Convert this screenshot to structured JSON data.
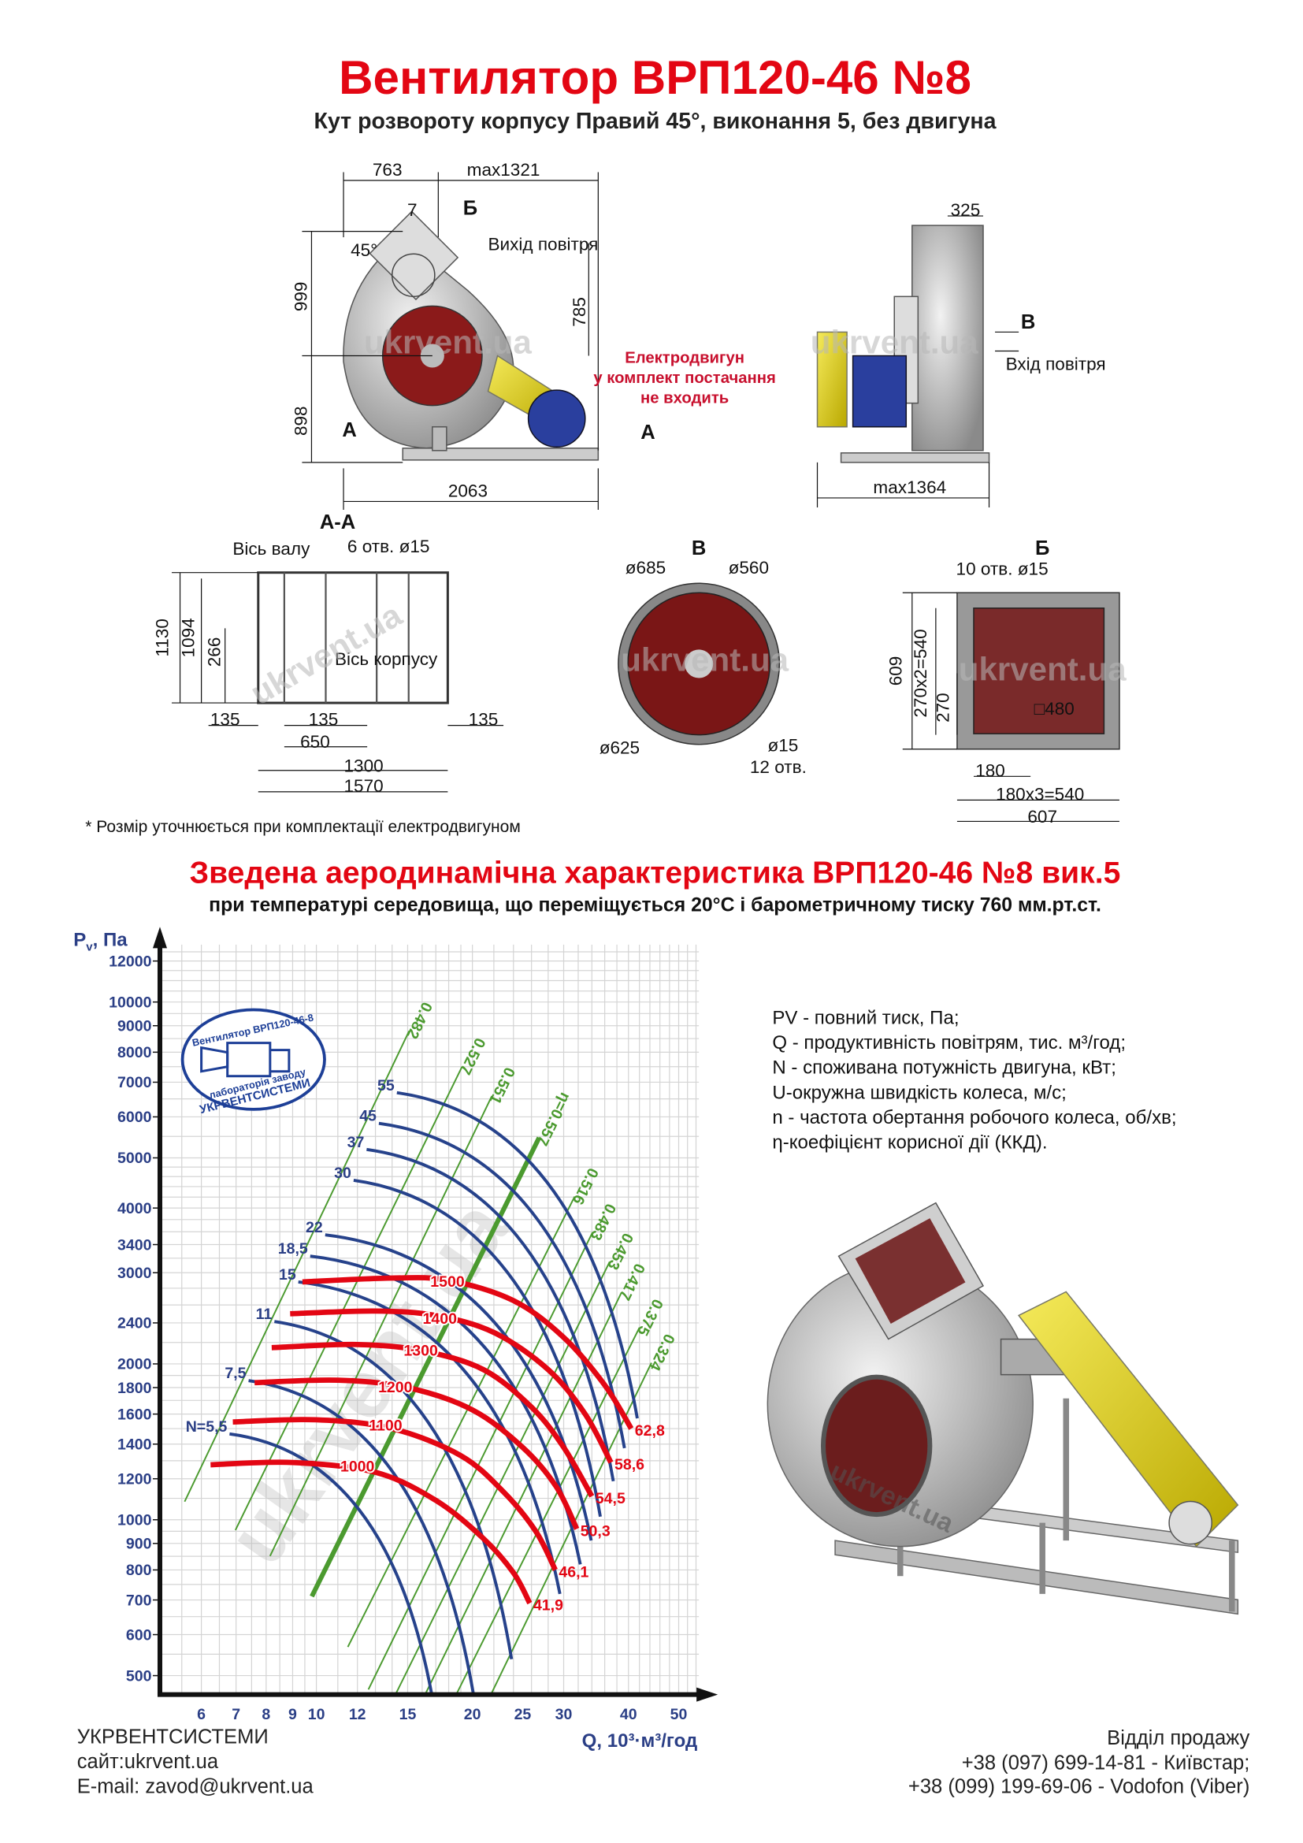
{
  "header": {
    "title": "Вентилятор  ВРП120-46 №8",
    "subtitle": "Кут розвороту корпусу Правий 45°, виконання 5, без двигуна"
  },
  "side_view": {
    "dim_763": "763",
    "dim_max1321": "max1321",
    "dim_7": "7",
    "section_b": "Б",
    "outlet_label": "Вихід повітря",
    "angle": "45°",
    "dim_999": "999",
    "dim_785": "785",
    "dim_898": "898",
    "section_a_left": "А",
    "section_a_right": "А",
    "dim_2063": "2063",
    "motor_note": [
      "Електродвигун",
      "у комплект постачання",
      "не входить"
    ],
    "watermark": "ukrvent.ua"
  },
  "front_view": {
    "dim_325": "325",
    "section_v": "В",
    "inlet_label": "Вхід повітря",
    "dim_max1364": "max1364",
    "watermark": "ukrvent.ua"
  },
  "section_aa": {
    "title": "А-А",
    "shaft_axis": "Вісь валу",
    "holes": "6 отв.  ø15",
    "dim_1130": "1130",
    "dim_1094": "1094",
    "dim_266": "266",
    "housing_axis": "Вісь корпусу",
    "dim_135_a": "135",
    "dim_135_b": "135",
    "dim_135_c": "135",
    "dim_650": "650",
    "dim_1300": "1300",
    "dim_1570": "1570",
    "watermark": "ukrvent.ua"
  },
  "view_v": {
    "title": "В",
    "d685": "ø685",
    "d560": "ø560",
    "d625": "ø625",
    "d15": "ø15",
    "holes": "12 отв.",
    "watermark": "ukrvent.ua"
  },
  "view_b": {
    "title": "Б",
    "holes": "10 отв.  ø15",
    "dim_609": "609",
    "dim_270x2": "270х2=540",
    "dim_270": "270",
    "dim_480": "□480",
    "dim_180": "180",
    "dim_180x3": "180х3=540",
    "dim_607": "607",
    "watermark": "ukrvent.ua"
  },
  "footnote": "* Розмір уточнюється при комплектації електродвигуном",
  "chart_header": {
    "title": "Зведена аеродинамічна характеристика ВРП120-46 №8 вик.5",
    "subtitle": "при температурі середовища, що переміщується 20°С і барометричному тиску 760 мм.рт.ст."
  },
  "stamp": {
    "top": "Вентилятор ВРП120-46-8",
    "bottom1": "лабораторія заводу",
    "bottom2": "УКРВЕНТСИСТЕМИ"
  },
  "legend": [
    "PV - повний тиск, Па;",
    "Q - продуктивність повітрям, тис. м³/год;",
    "N - споживана потужність двигуна, кВт;",
    "U-окружна швидкість колеса, м/с;",
    "n - частота обертання робочого колеса, об/хв;",
    "η-коефіцієнт корисної дії (ККД)."
  ],
  "render_watermark": "ukrvent.ua",
  "chart_watermark": "ukrvent.ua",
  "chart_data": {
    "type": "line",
    "xscale": "log",
    "yscale": "log",
    "xlabel": "Q, 10³·м³/год",
    "ylabel_main": "P",
    "ylabel_sub": "v",
    "ylabel_unit": ", Па",
    "xlim": [
      5,
      54.7
    ],
    "ylim": [
      459,
      12900
    ],
    "grid": true,
    "x_ticks": [
      6,
      7,
      8,
      9,
      10,
      12,
      15,
      20,
      25,
      30,
      40,
      50
    ],
    "y_ticks": [
      12000,
      10000,
      9000,
      8000,
      7000,
      6000,
      5000,
      4000,
      3400,
      3000,
      2400,
      2000,
      1800,
      1600,
      1400,
      1200,
      1000,
      900,
      800,
      700,
      600,
      500
    ],
    "speed_curves": [
      {
        "n": "1000",
        "U": "41,9",
        "label_q": 12.0,
        "label_p": 1265,
        "points": [
          [
            6.25,
            1277
          ],
          [
            9,
            1290
          ],
          [
            13,
            1235
          ],
          [
            17,
            1090
          ],
          [
            21,
            920
          ],
          [
            24,
            790
          ],
          [
            25.8,
            690
          ]
        ]
      },
      {
        "n": "1100",
        "U": "46,1",
        "label_q": 13.6,
        "label_p": 1520,
        "points": [
          [
            6.9,
            1545
          ],
          [
            10,
            1560
          ],
          [
            14,
            1500
          ],
          [
            19,
            1330
          ],
          [
            23,
            1130
          ],
          [
            26.5,
            950
          ],
          [
            28.9,
            800
          ]
        ]
      },
      {
        "n": "1200",
        "U": "50,3",
        "label_q": 14.2,
        "label_p": 1800,
        "points": [
          [
            7.6,
            1840
          ],
          [
            11,
            1860
          ],
          [
            15,
            1800
          ],
          [
            20,
            1630
          ],
          [
            25,
            1380
          ],
          [
            29,
            1160
          ],
          [
            31.8,
            960
          ]
        ]
      },
      {
        "n": "1300",
        "U": "54,5",
        "label_q": 15.9,
        "label_p": 2120,
        "points": [
          [
            8.2,
            2150
          ],
          [
            12,
            2180
          ],
          [
            16,
            2120
          ],
          [
            21,
            1950
          ],
          [
            26,
            1650
          ],
          [
            30,
            1380
          ],
          [
            34,
            1110
          ]
        ]
      },
      {
        "n": "1400",
        "U": "58,6",
        "label_q": 17.3,
        "label_p": 2440,
        "points": [
          [
            8.9,
            2500
          ],
          [
            13,
            2530
          ],
          [
            17,
            2480
          ],
          [
            22,
            2300
          ],
          [
            28,
            1950
          ],
          [
            33,
            1600
          ],
          [
            37,
            1290
          ]
        ]
      },
      {
        "n": "1500",
        "U": "62,8",
        "label_q": 17.9,
        "label_p": 2880,
        "points": [
          [
            9.4,
            2880
          ],
          [
            14,
            2930
          ],
          [
            18,
            2900
          ],
          [
            24,
            2650
          ],
          [
            30,
            2250
          ],
          [
            36,
            1820
          ],
          [
            40.5,
            1500
          ]
        ]
      }
    ],
    "power_curves": [
      {
        "N": "N=5,5",
        "start": [
          6.8,
          1465
        ],
        "end": [
          16.7,
          459
        ]
      },
      {
        "N": "7,5",
        "start": [
          7.4,
          1857
        ],
        "end": [
          20.1,
          459
        ]
      },
      {
        "N": "11",
        "start": [
          8.3,
          2415
        ],
        "end": [
          23.8,
          538
        ]
      },
      {
        "N": "15",
        "start": [
          9.23,
          2880
        ],
        "end": [
          29.5,
          719
        ]
      },
      {
        "N": "18,5",
        "start": [
          9.73,
          3230
        ],
        "end": [
          32.3,
          820
        ]
      },
      {
        "N": "22",
        "start": [
          10.4,
          3550
        ],
        "end": [
          33.9,
          912
        ]
      },
      {
        "N": "30",
        "start": [
          11.8,
          4525
        ],
        "end": [
          35.3,
          1014
        ]
      },
      {
        "N": "37",
        "start": [
          12.5,
          5190
        ],
        "end": [
          37.4,
          1187
        ]
      },
      {
        "N": "45",
        "start": [
          13.2,
          5830
        ],
        "end": [
          39.3,
          1375
        ]
      },
      {
        "N": "55",
        "start": [
          14.3,
          6680
        ],
        "end": [
          41.6,
          1570
        ]
      }
    ],
    "efficiency_lines": [
      {
        "eta": "0.482",
        "top": [
          15.1,
          8790
        ],
        "bottom": [
          5.57,
          1084
        ],
        "bold": false
      },
      {
        "eta": "0.527",
        "top": [
          19.1,
          7500
        ],
        "bottom": [
          6.98,
          955
        ],
        "bold": false
      },
      {
        "eta": "0.551",
        "top": [
          21.8,
          6580
        ],
        "bottom": [
          8.14,
          851
        ],
        "bold": false
      },
      {
        "eta": "η=0.557",
        "top": [
          26.9,
          5470
        ],
        "bottom": [
          9.8,
          711
        ],
        "bold": true
      },
      {
        "eta": "0.516",
        "top": [
          31.5,
          4210
        ],
        "bottom": [
          11.5,
          568
        ],
        "bold": false
      },
      {
        "eta": "0.483",
        "top": [
          34.1,
          3590
        ],
        "bottom": [
          12.6,
          470
        ],
        "bold": false
      },
      {
        "eta": "0.453",
        "top": [
          36.8,
          3150
        ],
        "bottom": [
          14.2,
          459
        ],
        "bold": false
      },
      {
        "eta": "0.417",
        "top": [
          38.8,
          2750
        ],
        "bottom": [
          16.2,
          459
        ],
        "bold": false
      },
      {
        "eta": "0.375",
        "top": [
          42.0,
          2350
        ],
        "bottom": [
          18.6,
          459
        ],
        "bold": false
      },
      {
        "eta": "0.324",
        "top": [
          44.3,
          2010
        ],
        "bottom": [
          21.7,
          459
        ],
        "bold": false
      }
    ],
    "colors": {
      "speed": "#e30613",
      "power": "#26428b",
      "efficiency": "#4b9a2f",
      "axis_text": "#2b3f86"
    }
  },
  "footer": {
    "company": "УКРВЕНТСИСТЕМИ",
    "site": "сайт:ukrvent.ua",
    "email": "E-mail: zavod@ukrvent.ua",
    "sales_title": "Відділ продажу",
    "phone1": "+38 (097) 699-14-81 - Київстар;",
    "phone2": "+38 (099) 199-69-06 - Vodofon (Viber)"
  }
}
